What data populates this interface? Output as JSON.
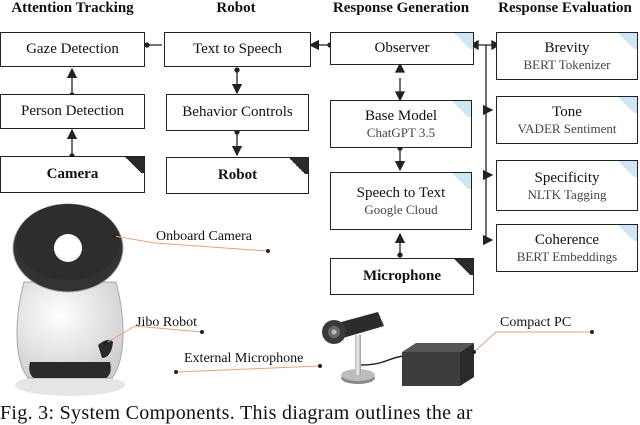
{
  "headings": {
    "attention": "Attention Tracking",
    "robot": "Robot",
    "response_generation": "Response Generation",
    "response_evaluation": "Response Evaluation"
  },
  "boxes": {
    "gaze_detection": "Gaze Detection",
    "person_detection": "Person Detection",
    "camera": "Camera",
    "text_to_speech": "Text to Speech",
    "behavior_controls": "Behavior Controls",
    "robot": "Robot",
    "observer": "Observer",
    "base_model": {
      "title": "Base Model",
      "sub": "ChatGPT 3.5"
    },
    "speech_to_text": {
      "title": "Speech to Text",
      "sub": "Google Cloud"
    },
    "microphone": "Microphone",
    "brevity": {
      "title": "Brevity",
      "sub": "BERT Tokenizer"
    },
    "tone": {
      "title": "Tone",
      "sub": "VADER Sentiment"
    },
    "specificity": {
      "title": "Specificity",
      "sub": "NLTK Tagging"
    },
    "coherence": {
      "title": "Coherence",
      "sub": "BERT Embeddings"
    }
  },
  "hardware_labels": {
    "onboard_camera": "Onboard Camera",
    "jibo_robot": "Jibo Robot",
    "external_microphone": "External Microphone",
    "compact_pc": "Compact PC"
  },
  "caption": "Fig. 3: System Components. This diagram outlines the ar",
  "colors": {
    "corner_dark": "#2a2a2a",
    "corner_light": "#cfe6f4",
    "leader_line": "#e8a27a"
  }
}
